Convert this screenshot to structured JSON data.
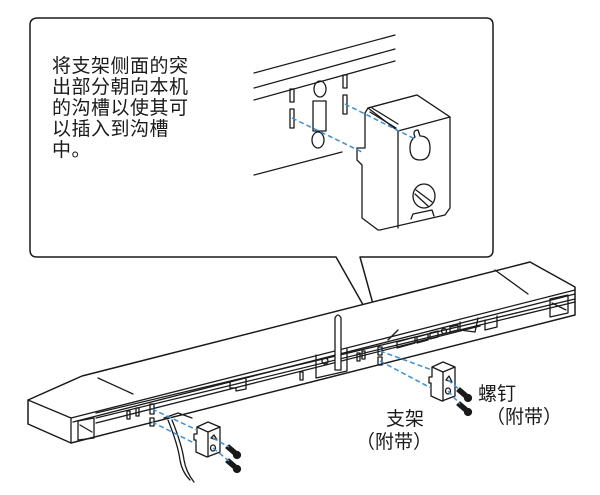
{
  "callout": {
    "instruction_lines": [
      "将支架侧面的突",
      "出部分朝向本机",
      "的沟槽以使其可",
      "以插入到沟槽",
      "中。"
    ]
  },
  "labels": {
    "bracket": {
      "name": "支架",
      "note": "（附带）"
    },
    "screw": {
      "name": "螺钉",
      "note": "（附带）"
    }
  },
  "colors": {
    "line": "#1a1a1a",
    "guide_dash": "#3a8fd6",
    "background": "#ffffff"
  }
}
